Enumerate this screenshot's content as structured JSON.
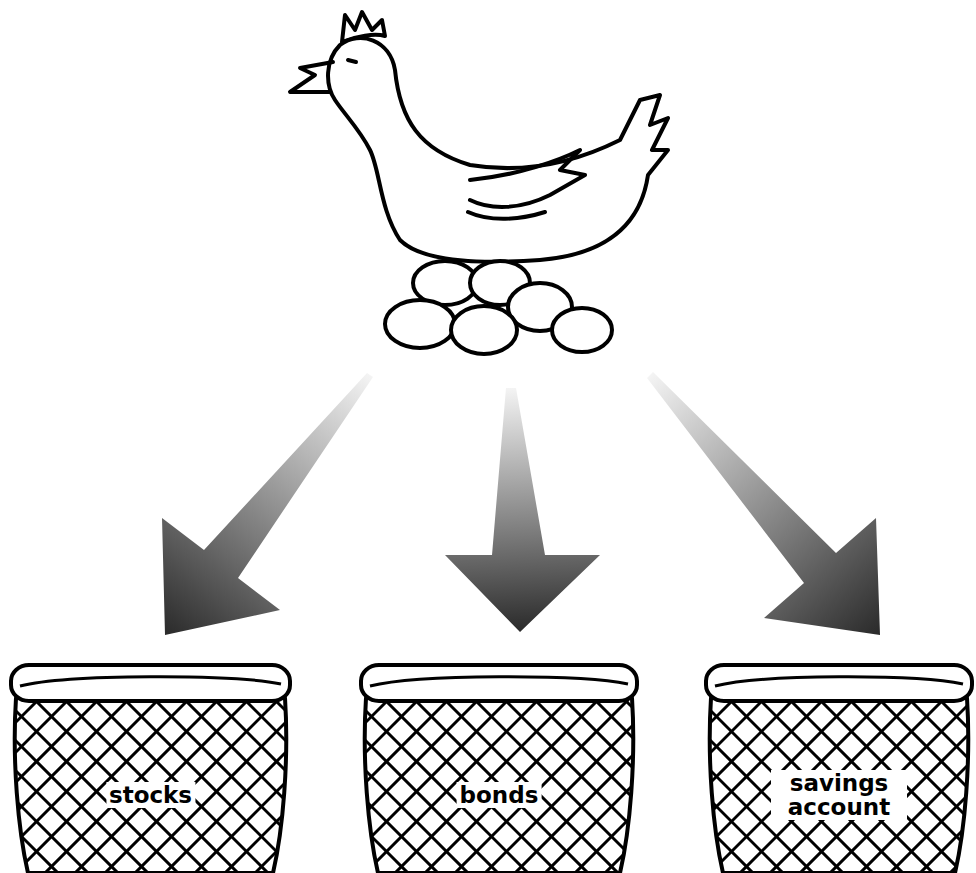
{
  "diagram": {
    "nodes": [
      {
        "text": [
          "stocks"
        ]
      },
      {
        "text": [
          "bonds"
        ]
      },
      {
        "text": [
          "savings account"
        ]
      }
    ]
  }
}
